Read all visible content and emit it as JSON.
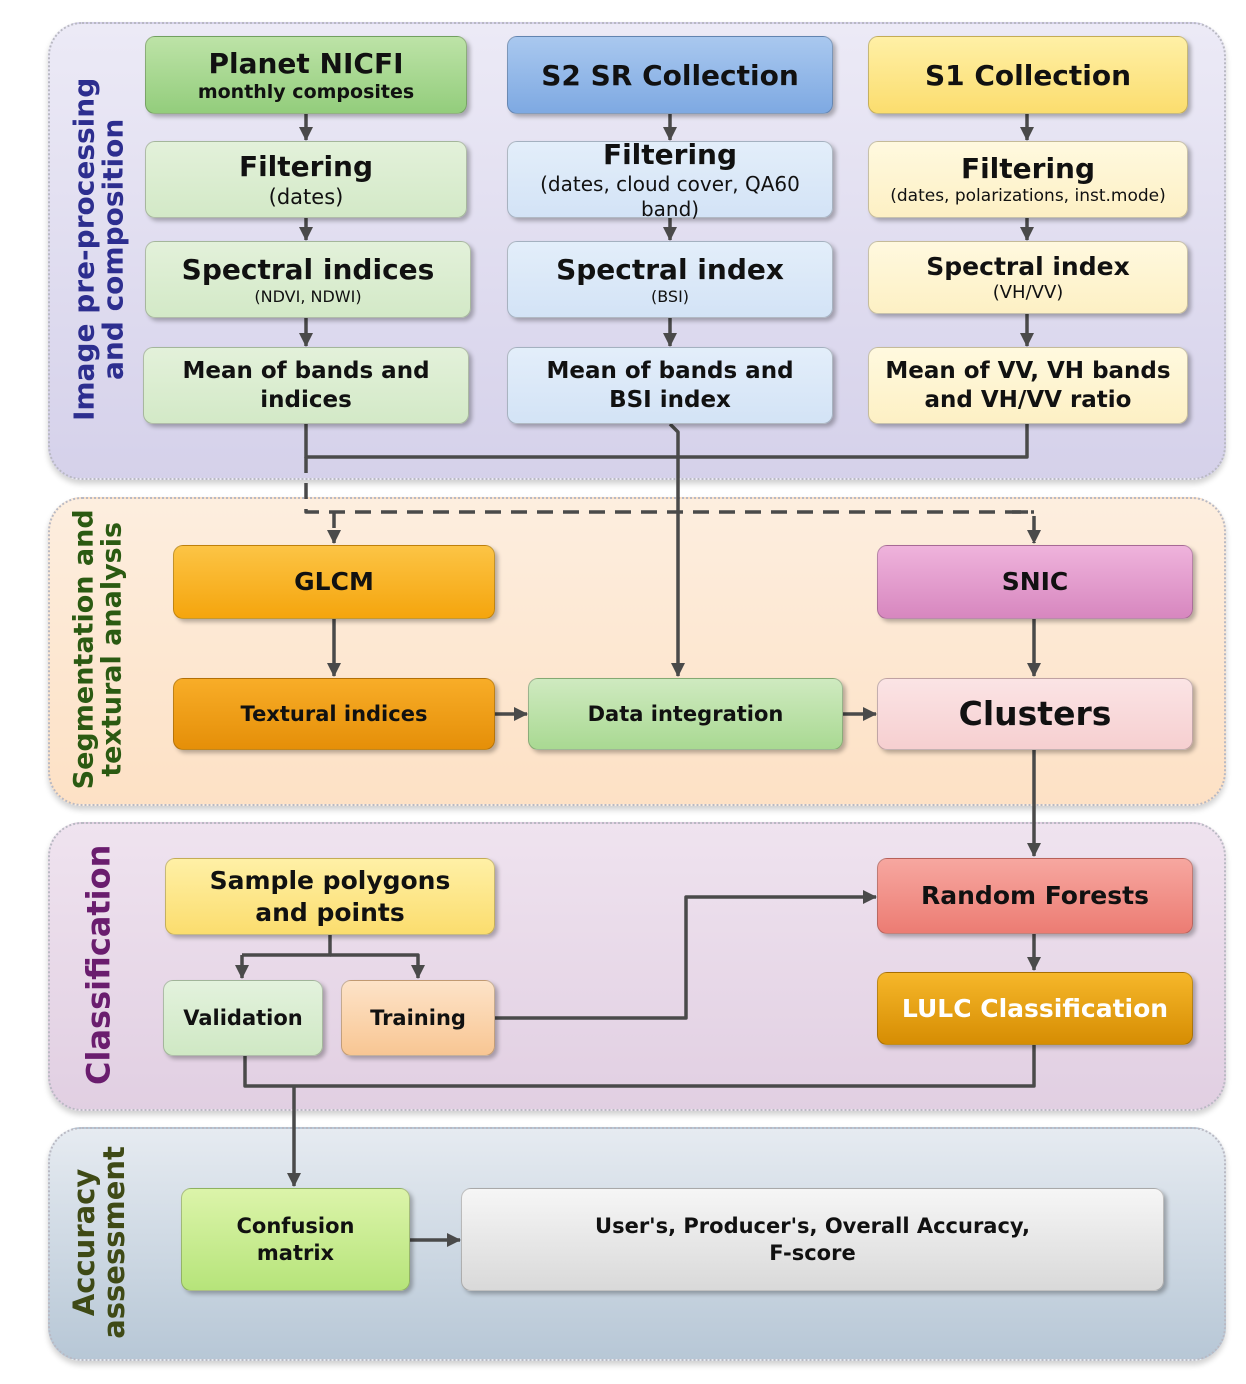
{
  "stages": {
    "preprocessing": "Image pre-processing\nand composition",
    "segmentation": "Segmentation and\ntextural analysis",
    "classification": "Classification",
    "accuracy": "Accuracy\nassessment"
  },
  "planet": {
    "title": "Planet NICFI",
    "subtitle": "monthly composites",
    "filtering": "Filtering",
    "filtering_params": "(dates)",
    "indices": "Spectral indices",
    "indices_params": "(NDVI, NDWI)",
    "mean": "Mean of bands and\nindices"
  },
  "s2": {
    "title": "S2 SR Collection",
    "filtering": "Filtering",
    "filtering_params": "(dates, cloud cover, QA60 band)",
    "index": "Spectral index",
    "index_params": "(BSI)",
    "mean": "Mean of bands and\nBSI index"
  },
  "s1": {
    "title": "S1 Collection",
    "filtering": "Filtering",
    "filtering_params": "(dates, polarizations, inst.mode)",
    "index": "Spectral index",
    "index_params": "(VH/VV)",
    "mean": "Mean of VV, VH bands\nand VH/VV ratio"
  },
  "segmentation": {
    "glcm": "GLCM",
    "textural": "Textural indices",
    "integration": "Data integration",
    "snic": "SNIC",
    "clusters": "Clusters"
  },
  "classification": {
    "samples": "Sample polygons\nand points",
    "validation": "Validation",
    "training": "Training",
    "random_forests": "Random Forests",
    "lulc": "LULC Classification"
  },
  "accuracy": {
    "confusion": "Confusion\nmatrix",
    "metrics": "User's, Producer's, Overall Accuracy,\nF-score"
  },
  "colors": {
    "arrow": "#4a4a4a",
    "panel_preprocessing": "#d5d1ea",
    "panel_segmentation": "#fde1c5",
    "panel_classification": "#e1cfe2",
    "panel_accuracy": "#b7c7d6"
  }
}
